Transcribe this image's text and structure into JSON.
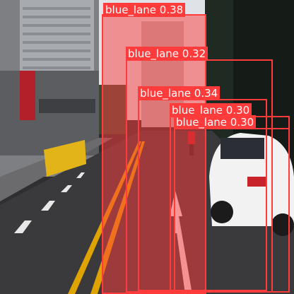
{
  "detections": [
    {
      "label": "blue_lane 0.38",
      "color": "#ff3b3b"
    },
    {
      "label": "blue_lane 0.32",
      "color": "#ff3b3b"
    },
    {
      "label": "blue_lane 0.34",
      "color": "#ff3b3b"
    },
    {
      "label": "blue_lane 0.30",
      "color": "#ff3b3b"
    },
    {
      "label": "blue_lane 0.30",
      "color": "#ff3b3b"
    }
  ],
  "scene": {
    "description_icons": [
      "building-icon",
      "car-icon",
      "road-arrow-icon",
      "tree-icon",
      "barrier-icon"
    ],
    "colors": {
      "sky": "#dfe3e8",
      "road": "#3a3a3c",
      "lane_yellow": "#e0a400",
      "car_white": "#f2f2f2",
      "detection": "#ff3b3b"
    }
  }
}
